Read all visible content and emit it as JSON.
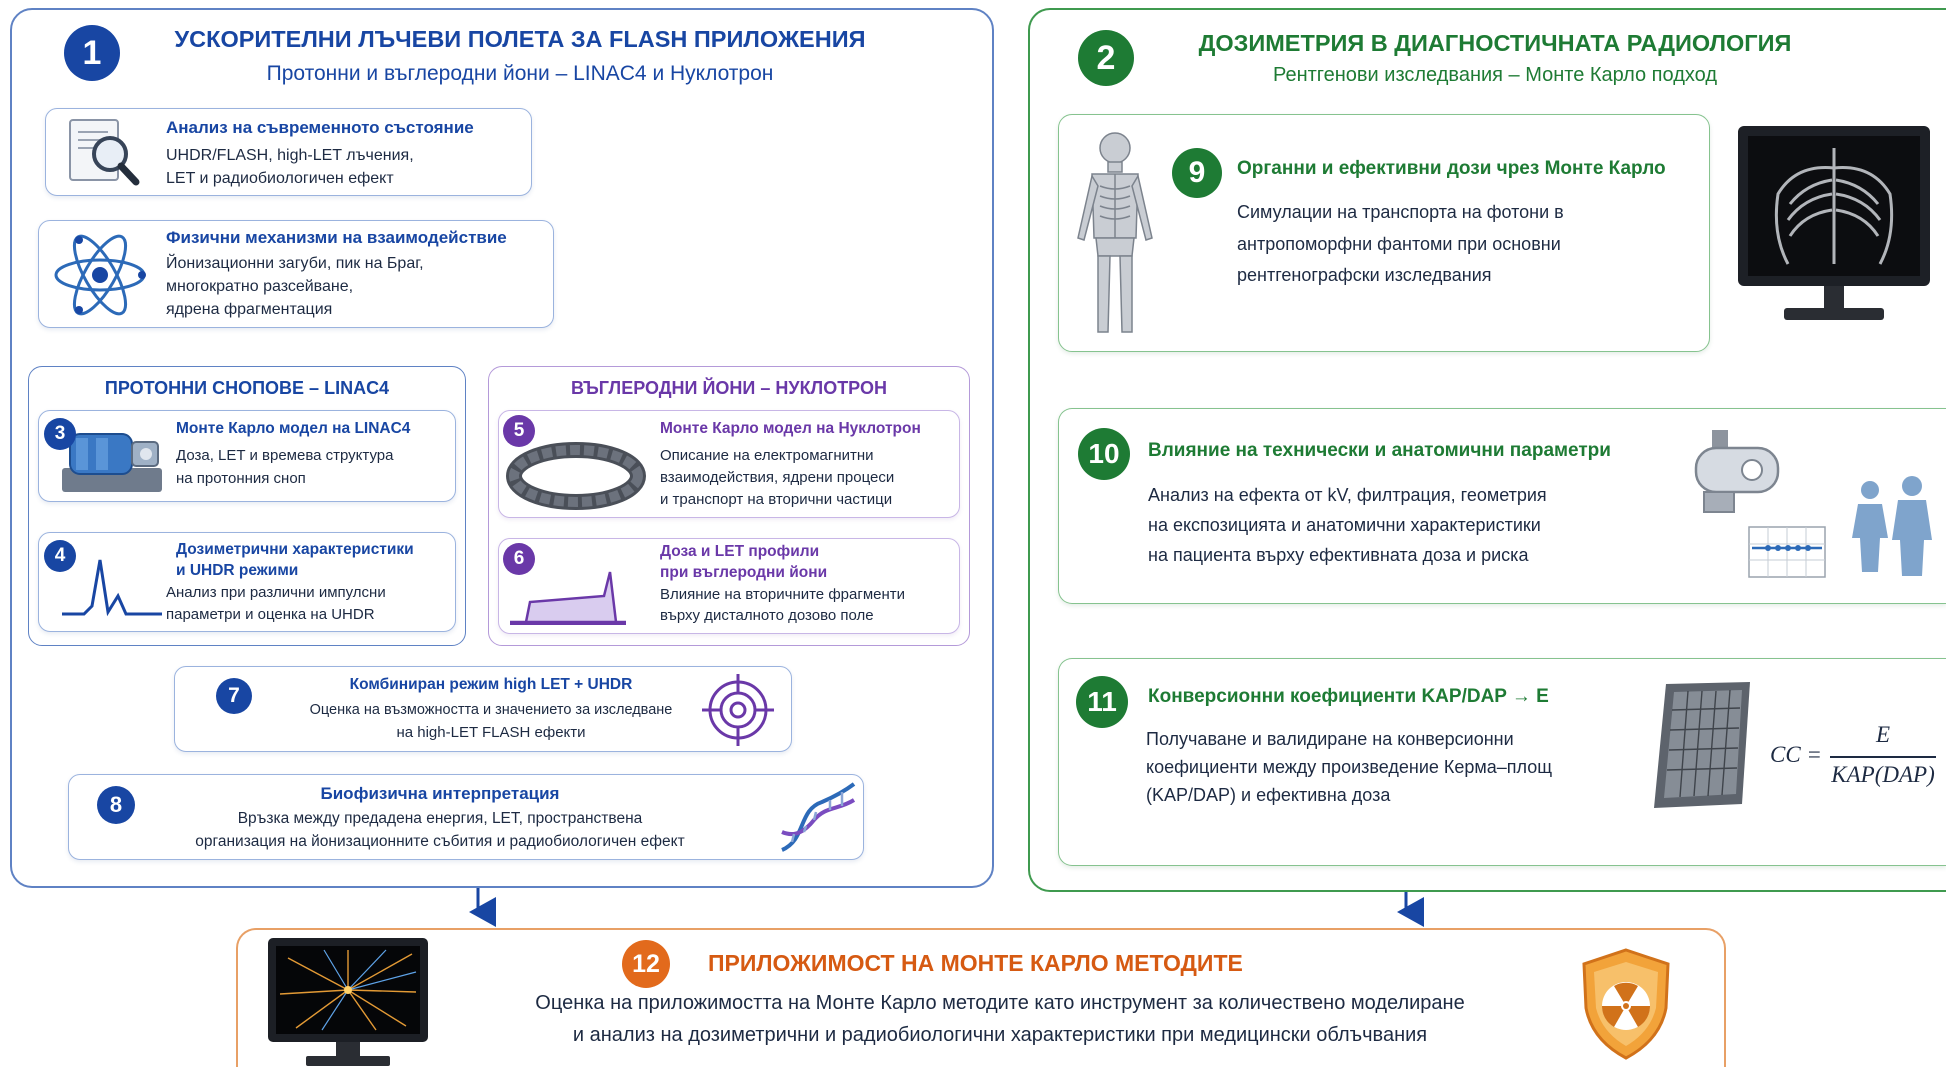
{
  "panel1": {
    "number": "1",
    "title": "УСКОРИТЕЛНИ ЛЪЧЕВИ ПОЛЕТА ЗА FLASH ПРИЛОЖЕНИЯ",
    "subtitle": "Протонни и въглеродни йони – LINAC4 и Нуклотрон",
    "analysis": {
      "title": "Анализ на съвременното състояние",
      "lines": [
        "UHDR/FLASH, high-LET лъчения,",
        "LET и радиобиологичен ефект"
      ]
    },
    "mechanisms": {
      "title": "Физични механизми на взаимодействие",
      "lines": [
        "Йонизационни загуби, пик на Браг,",
        "многократно разсейване,",
        "ядрена фрагментация"
      ]
    },
    "proton": {
      "header": "ПРОТОННИ СНОПОВЕ – LINAC4",
      "box3": {
        "number": "3",
        "title": "Монте Карло модел на LINAC4",
        "lines": [
          "Доза, LET и времева структура",
          "на протонния сноп"
        ]
      },
      "box4": {
        "number": "4",
        "title_lines": [
          "Дозиметрични характеристики",
          "и UHDR режими"
        ],
        "lines": [
          "Анализ при различни импулсни",
          "параметри и оценка на UHDR"
        ]
      }
    },
    "carbon": {
      "header": "ВЪГЛЕРОДНИ ЙОНИ – НУКЛОТРОН",
      "box5": {
        "number": "5",
        "title": "Монте Карло модел на Нуклотрон",
        "lines": [
          "Описание на електромагнитни",
          "взаимодействия, ядрени процеси",
          "и транспорт на вторични частици"
        ]
      },
      "box6": {
        "number": "6",
        "title_lines": [
          "Доза и LET профили",
          "при въглеродни йони"
        ],
        "lines": [
          "Влияние на вторичните фрагменти",
          "върху дисталното дозово поле"
        ]
      }
    },
    "box7": {
      "number": "7",
      "title": "Комбиниран режим high LET + UHDR",
      "lines": [
        "Оценка на възможността и значението за изследване",
        "на high-LET FLASH ефекти"
      ]
    },
    "box8": {
      "number": "8",
      "title": "Биофизична интерпретация",
      "lines": [
        "Връзка между предадена енергия, LET, пространствена",
        "организация на йонизационните събития и радиобиологичен ефект"
      ]
    }
  },
  "panel2": {
    "number": "2",
    "title": "ДОЗИМЕТРИЯ В ДИАГНОСТИЧНАТА РАДИОЛОГИЯ",
    "subtitle": "Рентгенови изследвания – Монте Карло подход",
    "box9": {
      "number": "9",
      "title": "Органни и ефективни дози чрез Монте Карло",
      "lines": [
        "Симулации на транспорта на фотони в",
        "антропоморфни фантоми при основни",
        "рентгенографски изследвания"
      ]
    },
    "box10": {
      "number": "10",
      "title": "Влияние на технически и анатомични параметри",
      "lines": [
        "Анализ на ефекта от kV, филтрация, геометрия",
        "на експозицията и анатомични характеристики",
        "на пациента върху ефективната доза и риска"
      ]
    },
    "box11": {
      "number": "11",
      "title": "Конверсионни коефициенти KAP/DAP → E",
      "lines": [
        "Получаване и валидиране на конверсионни",
        "коефициенти между произведение Керма–площ",
        "(KAP/DAP) и ефективна доза"
      ],
      "formula": {
        "lhs": "CC =",
        "numerator": "E",
        "denominator": "KAP(DAP)"
      }
    }
  },
  "panel12": {
    "number": "12",
    "title": "ПРИЛОЖИМОСТ НА МОНТЕ КАРЛО МЕТОДИТЕ",
    "lines": [
      "Оценка на приложимостта на Монте Карло методите като инструмент за количествено моделиране",
      "и анализ на дозиметрични и радиобиологични характеристики при медицински облъчвания"
    ]
  },
  "colors": {
    "blue": "#1846a3",
    "green": "#1e7b34",
    "purple": "#6a38a8",
    "orange": "#d65a12"
  },
  "icons": [
    "magnifier-document-icon",
    "atom-icon",
    "linac-machine-icon",
    "pulse-graph-icon",
    "synchrotron-ring-icon",
    "bragg-profile-icon",
    "target-icon",
    "dna-icon",
    "human-skeleton-icon",
    "xray-monitor-icon",
    "xray-tube-icon",
    "patients-icon",
    "detector-panel-icon",
    "particle-monitor-icon",
    "radiation-shield-icon"
  ]
}
